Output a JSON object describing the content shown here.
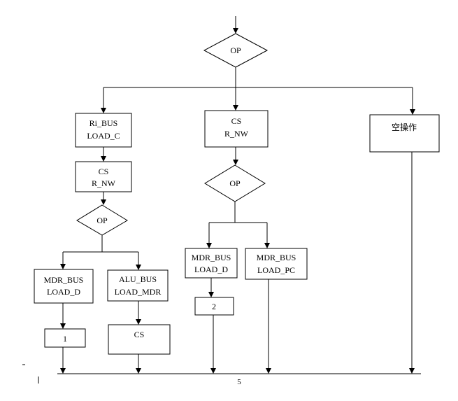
{
  "diagram": {
    "decisions": {
      "top": "OP",
      "left": "OP",
      "middle": "OP"
    },
    "boxes": {
      "ri_bus": [
        "Ri_BUS",
        "LOAD_C"
      ],
      "cs_left": [
        "CS",
        "R_NW"
      ],
      "cs_middle": [
        "CS",
        "R_NW"
      ],
      "nop": [
        "空操作"
      ],
      "mdr_left": [
        "MDR_BUS",
        "LOAD_D"
      ],
      "alu": [
        "ALU_BUS",
        "LOAD_MDR"
      ],
      "mdr_middle": [
        "MDR_BUS",
        "LOAD_D"
      ],
      "mdr_pc": [
        "MDR_BUS",
        "LOAD_PC"
      ],
      "one": [
        "1"
      ],
      "cs_bottom": [
        "CS"
      ],
      "two": [
        "2"
      ]
    },
    "page_number": "5"
  }
}
